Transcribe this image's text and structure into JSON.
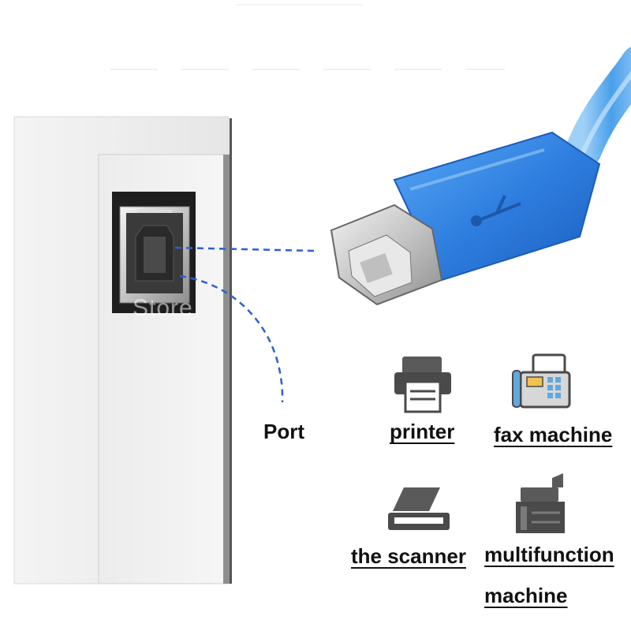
{
  "labels": {
    "port": "Port",
    "printer": "printer",
    "fax_machine": "fax machine",
    "scanner": "the scanner",
    "multifunction_line1": "multifunction",
    "multifunction_line2": "machine"
  },
  "watermark": "Store",
  "colors": {
    "cable_blue": "#2f7fe0",
    "connector_metal": "#c9c9c9",
    "device_panel": "#efefef",
    "dashed_line": "#2d5fd0",
    "icon_gray": "#5a5a5a"
  },
  "icons": [
    "printer-icon",
    "fax-machine-icon",
    "scanner-icon",
    "multifunction-machine-icon"
  ]
}
